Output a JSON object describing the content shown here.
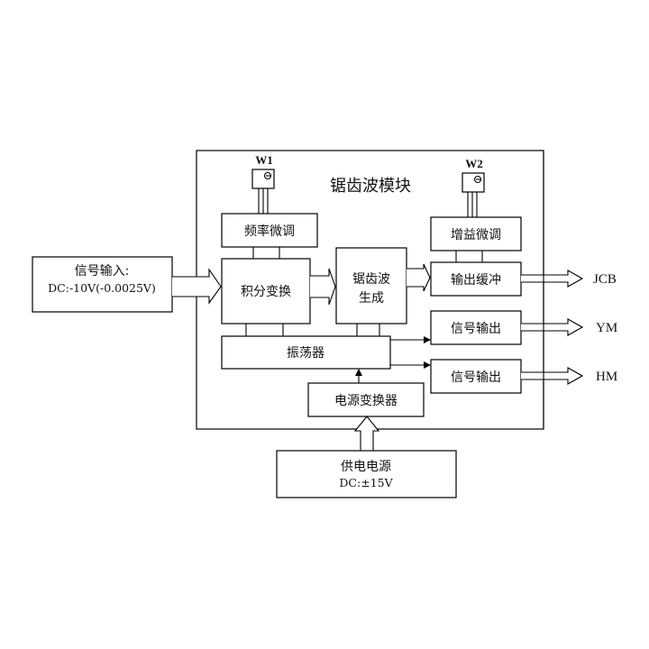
{
  "module": {
    "title": "锯齿波模块"
  },
  "potentiometers": [
    {
      "label": "W1"
    },
    {
      "label": "W2"
    }
  ],
  "blocks": {
    "signal_input": {
      "line1": "信号输入:",
      "line2": "DC:-10V(-0.0025V)"
    },
    "freq_adjust": {
      "label": "频率微调"
    },
    "integral_transform": {
      "label": "积分变换"
    },
    "sawtooth_gen": {
      "line1": "锯齿波",
      "line2": "生成"
    },
    "gain_adjust": {
      "label": "增益微调"
    },
    "output_buffer": {
      "label": "输出缓冲"
    },
    "signal_output_1": {
      "label": "信号输出"
    },
    "signal_output_2": {
      "label": "信号输出"
    },
    "oscillator": {
      "label": "振荡器"
    },
    "power_converter": {
      "label": "电源变换器"
    },
    "power_supply": {
      "line1": "供电电源",
      "line2": "DC:±15V"
    }
  },
  "outputs": [
    {
      "label": "JCB"
    },
    {
      "label": "YM"
    },
    {
      "label": "HM"
    }
  ]
}
